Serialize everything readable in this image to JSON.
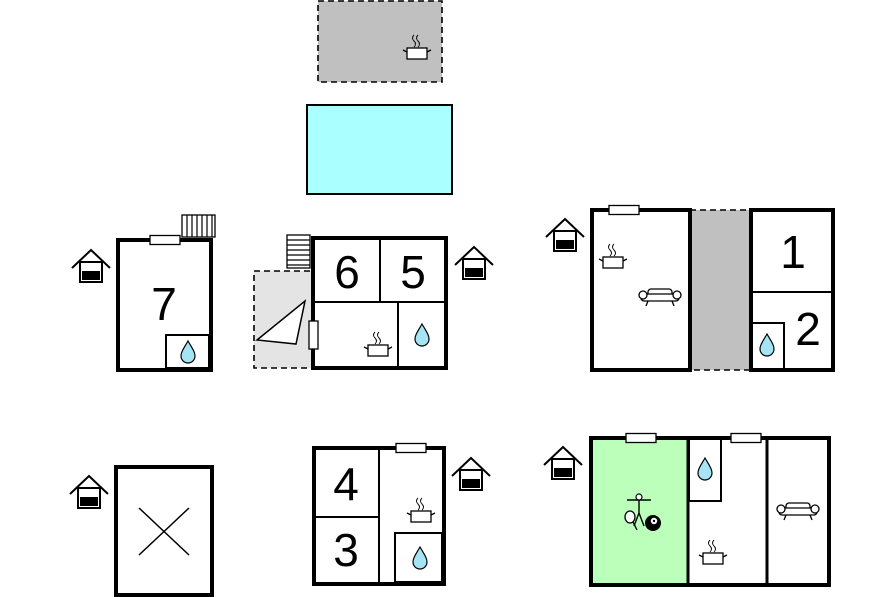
{
  "colors": {
    "terrace": "#c0c0c0",
    "pool": "#aaffff",
    "activity_room": "#bbffbb",
    "light_terrace": "#e4e4e4",
    "water": "#a4e4f4"
  },
  "rooms": {
    "r1": "1",
    "r2": "2",
    "r3": "3",
    "r4": "4",
    "r5": "5",
    "r6": "6",
    "r7": "7"
  },
  "icons": [
    "house-icon",
    "kitchen-pot-icon",
    "water-drop-icon",
    "sofa-icon",
    "table-tennis-icon",
    "billiard-ball-icon",
    "stairs-icon",
    "window-icon"
  ]
}
